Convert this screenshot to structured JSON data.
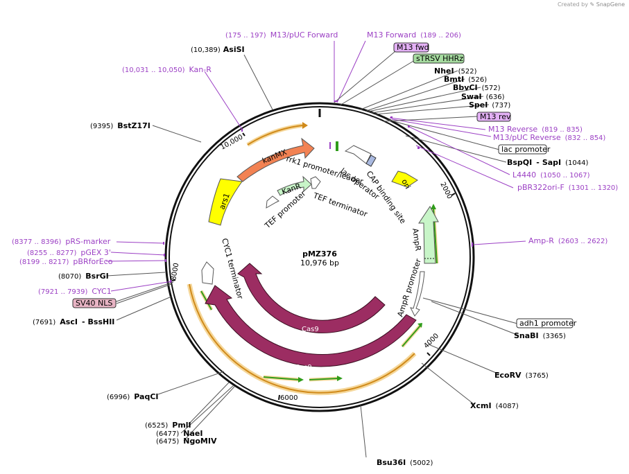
{
  "credit": {
    "prefix": "Created by",
    "brand": "SnapGene"
  },
  "plasmid": {
    "name": "pMZ376",
    "size_label": "10,976 bp"
  },
  "ticks": [
    "2000",
    "4000",
    "6000",
    "8000",
    "10,000"
  ],
  "enzymes": [
    {
      "name": "AsiSI",
      "pos": "(10,389)"
    },
    {
      "name": "BstZ17I",
      "pos": "(9395)"
    },
    {
      "name": "NheI",
      "pos": "(522)"
    },
    {
      "name": "BmtI",
      "pos": "(526)"
    },
    {
      "name": "BbvCI",
      "pos": "(572)"
    },
    {
      "name": "SwaI",
      "pos": "(636)"
    },
    {
      "name": "SpeI",
      "pos": "(737)"
    },
    {
      "name": "BspQI",
      "pos": "(1044)",
      "name2": "SapI"
    },
    {
      "name": "SnaBI",
      "pos": "(3365)"
    },
    {
      "name": "EcoRV",
      "pos": "(3765)"
    },
    {
      "name": "XcmI",
      "pos": "(4087)"
    },
    {
      "name": "Bsu36I",
      "pos": "(5002)"
    },
    {
      "name": "PaqCI",
      "pos": "(6996)"
    },
    {
      "name": "PmlI",
      "pos": "(6525)"
    },
    {
      "name": "NaeI",
      "pos": "(6477)"
    },
    {
      "name": "NgoMIV",
      "pos": "(6475)"
    },
    {
      "name": "AscI",
      "pos": "(7691)",
      "name2": "BssHII"
    },
    {
      "name": "BsrGI",
      "pos": "(8070)"
    }
  ],
  "primers": [
    {
      "name": "M13/pUC Forward",
      "pos": "(175 .. 197)"
    },
    {
      "name": "M13 Forward",
      "pos": "(189 .. 206)"
    },
    {
      "name": "Kan-R",
      "pos": "(10,031 .. 10,050)"
    },
    {
      "name": "M13 Reverse",
      "pos": "(819 .. 835)"
    },
    {
      "name": "M13/pUC Reverse",
      "pos": "(832 .. 854)"
    },
    {
      "name": "L4440",
      "pos": "(1050 .. 1067)"
    },
    {
      "name": "pBR322ori-F",
      "pos": "(1301 .. 1320)"
    },
    {
      "name": "Amp-R",
      "pos": "(2603 .. 2622)"
    },
    {
      "name": "pRS-marker",
      "pos": "(8377 .. 8396)"
    },
    {
      "name": "pGEX 3'",
      "pos": "(8255 .. 8277)"
    },
    {
      "name": "pBRforEco",
      "pos": "(8199 .. 8217)"
    },
    {
      "name": "CYC1",
      "pos": "(7921 .. 7939)"
    }
  ],
  "boxed_labels": {
    "m13_fwd": "M13 fwd",
    "strsv": "sTRSV HHRz",
    "m13_rev": "M13 rev",
    "lac_promoter": "lac promoter",
    "adh1_promoter": "adh1 promoter",
    "sv40_nls": "SV40 NLS"
  },
  "features": {
    "kanmx": "kanMX",
    "ars1": "ars1",
    "kanr": "KanR",
    "rrk1": "rrk1 promoter/leader",
    "lac_operator": "lac operator",
    "cap": "CAP binding site",
    "ori": "ori",
    "ampr": "AmpR",
    "ampr_promoter": "AmpR promoter",
    "tef_promoter": "TEF promoter",
    "tef_terminator": "TEF terminator",
    "cyc1_terminator": "CYC1 terminator",
    "cas9_inner": "Cas9",
    "cas9_outer": "Cas9"
  },
  "colors": {
    "primer": "#9b3fc4",
    "kanmx": "#f28253",
    "ars1": "#ffff00",
    "kanr": "#c8f5c8",
    "ori": "#ffff00",
    "ampr": "#c8f5c8",
    "cas9": "#9c2d62",
    "orange_arc": "#d08a1a",
    "green_arc": "#2f9c1a",
    "backbone": "#111111",
    "m13_box": "#e3b0f5",
    "strsv_box": "#a6dca0",
    "sv40_box": "#e8b4c4"
  }
}
